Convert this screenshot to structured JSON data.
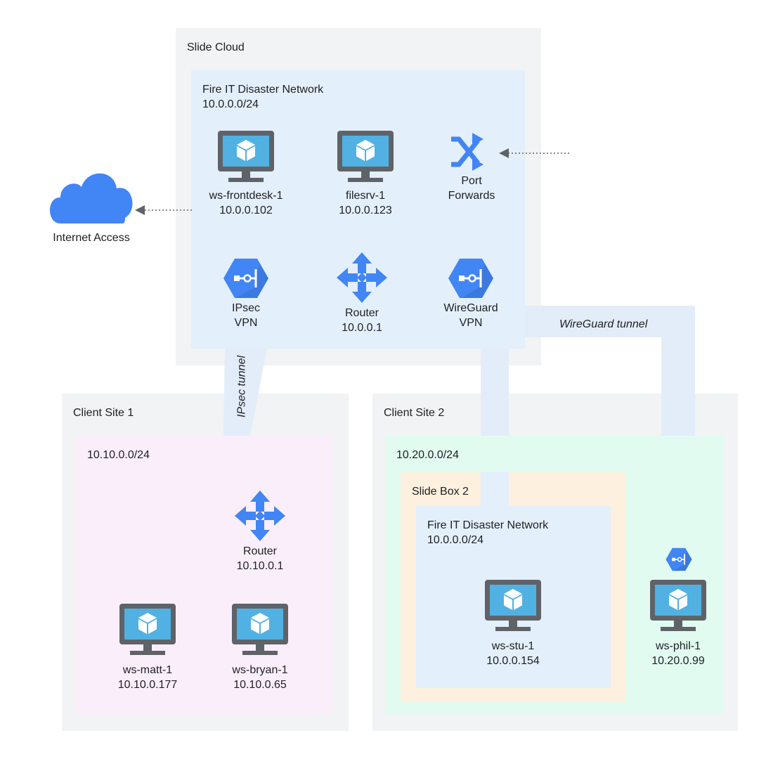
{
  "regions": {
    "slide_cloud": "Slide Cloud",
    "cloud_network_name": "Fire IT Disaster Network",
    "cloud_network_cidr": "10.0.0.0/24",
    "client_site_1": "Client Site 1",
    "site1_cidr": "10.10.0.0/24",
    "client_site_2": "Client Site 2",
    "site2_cidr": "10.20.0.0/24",
    "slide_box_2": "Slide Box 2",
    "box_network_name": "Fire IT Disaster Network",
    "box_network_cidr": "10.0.0.0/24"
  },
  "nodes": {
    "internet": {
      "label": "Internet Access"
    },
    "ws_frontdesk": {
      "name": "ws-frontdesk-1",
      "ip": "10.0.0.102"
    },
    "filesrv": {
      "name": "filesrv-1",
      "ip": "10.0.0.123"
    },
    "port_forwards": {
      "line1": "Port",
      "line2": "Forwards"
    },
    "ipsec_vpn": {
      "line1": "IPsec",
      "line2": "VPN"
    },
    "cloud_router": {
      "name": "Router",
      "ip": "10.0.0.1"
    },
    "wireguard_vpn": {
      "line1": "WireGuard",
      "line2": "VPN"
    },
    "site1_router": {
      "name": "Router",
      "ip": "10.10.0.1"
    },
    "ws_matt": {
      "name": "ws-matt-1",
      "ip": "10.10.0.177"
    },
    "ws_bryan": {
      "name": "ws-bryan-1",
      "ip": "10.10.0.65"
    },
    "ws_stu": {
      "name": "ws-stu-1",
      "ip": "10.0.0.154"
    },
    "ws_phil": {
      "name": "ws-phil-1",
      "ip": "10.20.0.99"
    }
  },
  "tunnels": {
    "ipsec": "IPsec tunnel",
    "wireguard": "WireGuard tunnel"
  },
  "colors": {
    "region_gray": "#f1f3f4",
    "network_blue": "#e3effb",
    "site1_pink": "#faeefb",
    "site2_mint": "#e1fbf1",
    "slidebox_orange": "#fdf0de",
    "icon_blue": "#4285f4",
    "monitor_gray": "#5f6368",
    "screen_blue": "#51b1e2"
  },
  "icons": [
    "computer-icon",
    "cloud-icon",
    "shuffle-icon",
    "vpn-hexagon-icon",
    "router-arrows-icon"
  ]
}
